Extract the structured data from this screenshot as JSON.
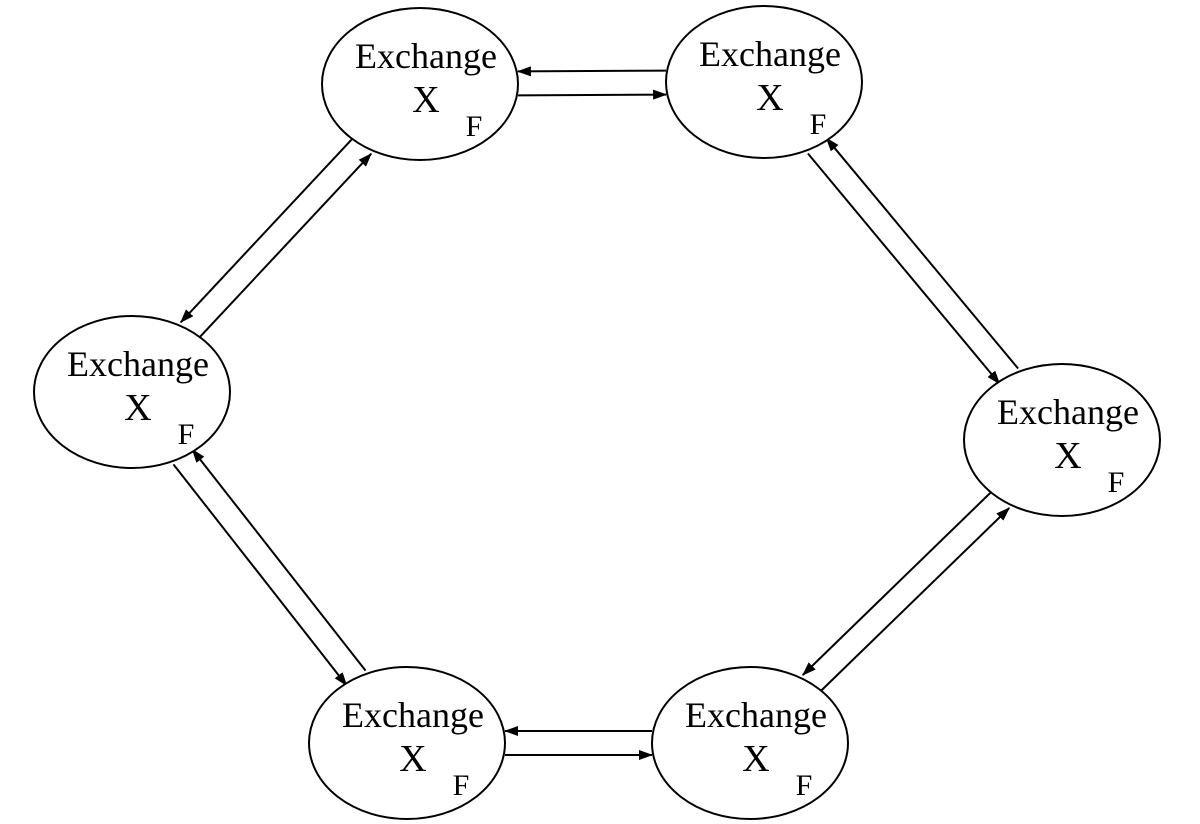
{
  "diagram": {
    "nodes": [
      {
        "id": "top-left",
        "label": "Exchange",
        "symbol": "X",
        "subscript": "F"
      },
      {
        "id": "top-right",
        "label": "Exchange",
        "symbol": "X",
        "subscript": "F"
      },
      {
        "id": "left",
        "label": "Exchange",
        "symbol": "X",
        "subscript": "F"
      },
      {
        "id": "right",
        "label": "Exchange",
        "symbol": "X",
        "subscript": "F"
      },
      {
        "id": "bottom-left",
        "label": "Exchange",
        "symbol": "X",
        "subscript": "F"
      },
      {
        "id": "bottom-right",
        "label": "Exchange",
        "symbol": "X",
        "subscript": "F"
      }
    ],
    "edges": [
      {
        "from": "top-right",
        "to": "top-left"
      },
      {
        "from": "top-left",
        "to": "top-right"
      },
      {
        "from": "top-right",
        "to": "right"
      },
      {
        "from": "right",
        "to": "top-right"
      },
      {
        "from": "right",
        "to": "bottom-right"
      },
      {
        "from": "bottom-right",
        "to": "right"
      },
      {
        "from": "bottom-left",
        "to": "bottom-right"
      },
      {
        "from": "bottom-right",
        "to": "bottom-left"
      },
      {
        "from": "left",
        "to": "bottom-left"
      },
      {
        "from": "bottom-left",
        "to": "left"
      },
      {
        "from": "top-left",
        "to": "left"
      },
      {
        "from": "left",
        "to": "top-left"
      }
    ]
  }
}
